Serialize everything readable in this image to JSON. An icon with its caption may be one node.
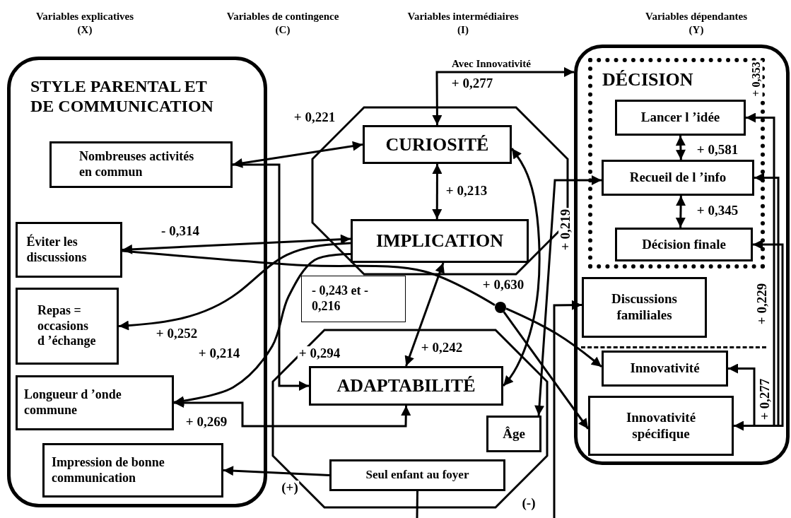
{
  "diagram": {
    "nodes": [
      {
        "text": [
          "STYLE PARENTAL ET DE COMMUNICATION"
        ]
      },
      {
        "text": [
          "Nombreuses activités en commun"
        ],
        "in": 0
      },
      {
        "text": [
          "Éviter les discussions"
        ],
        "in": 0
      },
      {
        "text": [
          "Repas = occasions d ’échange"
        ],
        "in": 0
      },
      {
        "text": [
          "Longueur d ’onde commune"
        ],
        "in": 0
      },
      {
        "text": [
          "Impression de bonne communication"
        ],
        "in": 0
      },
      {
        "text": [],
        "shape": "octagon"
      },
      {
        "text": [
          "CURIOSITÉ"
        ],
        "in": 6
      },
      {
        "text": [
          "IMPLICATION"
        ],
        "in": 6
      },
      {
        "text": [],
        "shape": "octagon"
      },
      {
        "text": [
          "ADAPTABILITÉ"
        ],
        "in": 9
      },
      {
        "text": [
          "Âge"
        ],
        "in": 9
      },
      {
        "text": [
          "Seul enfant au foyer"
        ],
        "in": 9
      },
      {
        "text": [],
        "shape": "box"
      },
      {
        "text": [
          "DÉCISION"
        ],
        "in": 13
      },
      {
        "text": [
          "Lancer l ’idée"
        ],
        "in": 14
      },
      {
        "text": [
          "Recueil de l ’info"
        ],
        "in": 14
      },
      {
        "text": [
          "Décision finale"
        ],
        "in": 14
      },
      {
        "text": [
          "Discussions familiales"
        ],
        "in": 13
      },
      {
        "text": [
          "Innovativité"
        ],
        "in": 13
      },
      {
        "text": [
          "Innovativité spécifique"
        ],
        "in": 13
      },
      {
        "text": [
          "- 0,243 et - 0,216"
        ]
      },
      {
        "text": [],
        "shape": "circle"
      }
    ],
    "edges": [
      {
        "from": 1,
        "to": 7,
        "arrow": "both",
        "label": "+ 0,221"
      },
      {
        "from": 1,
        "to": 10,
        "arrow": "to",
        "label": "+ 0,294"
      },
      {
        "from": 2,
        "to": 8,
        "arrow": "both",
        "label": "- 0,314"
      },
      {
        "from": 8,
        "to": 3,
        "arrow": "to",
        "label": "+ 0,252"
      },
      {
        "from": 8,
        "to": 4,
        "arrow": "to",
        "label": "+ 0,214"
      },
      {
        "from": 10,
        "to": 4,
        "arrow": "both",
        "label": "+ 0,269"
      },
      {
        "from": 7,
        "to": 8,
        "arrow": "both",
        "label": "+ 0,213"
      },
      {
        "from": 8,
        "to": 10,
        "arrow": "both",
        "label": "+ 0,242"
      },
      {
        "from": 7,
        "to": 10,
        "arrow": "both"
      },
      {
        "from": 12,
        "to": 5,
        "arrow": "to",
        "label": "(+)"
      },
      {
        "from": 7,
        "to": 13,
        "arrow": "both",
        "label": "+ 0,277"
      },
      {
        "from": 15,
        "to": 16,
        "arrow": "both",
        "label": "+ 0,581"
      },
      {
        "from": 16,
        "to": 17,
        "arrow": "both",
        "label": "+ 0,345"
      },
      {
        "from": 11,
        "to": 16,
        "arrow": "both",
        "label": "+ 0,219"
      },
      {
        "from": 2,
        "to": 22,
        "arrow": "none",
        "label": "+ 0,630"
      },
      {
        "from": 22,
        "to": 19,
        "arrow": "to"
      },
      {
        "from": 22,
        "to": 20,
        "arrow": "to"
      },
      {
        "from": 12,
        "to": null,
        "arrow": "none"
      },
      {
        "from": null,
        "to": 18,
        "arrow": "to",
        "label": "(-)"
      },
      {
        "from": 19,
        "to": 20,
        "arrow": "both",
        "label": "+ 0,277"
      },
      {
        "from": 20,
        "to": 15,
        "arrow": "to",
        "label": "+ 0,353"
      },
      {
        "from": 20,
        "to": 16,
        "arrow": "to"
      },
      {
        "from": 20,
        "to": 17,
        "arrow": "to",
        "label": "+ 0,229"
      }
    ],
    "labels": [
      "Variables explicatives (X)",
      "Variables de contingence (C)",
      "Variables intermédiaires (I)",
      "Variables dépendantes (Y)",
      "Avec Innovativité"
    ]
  }
}
